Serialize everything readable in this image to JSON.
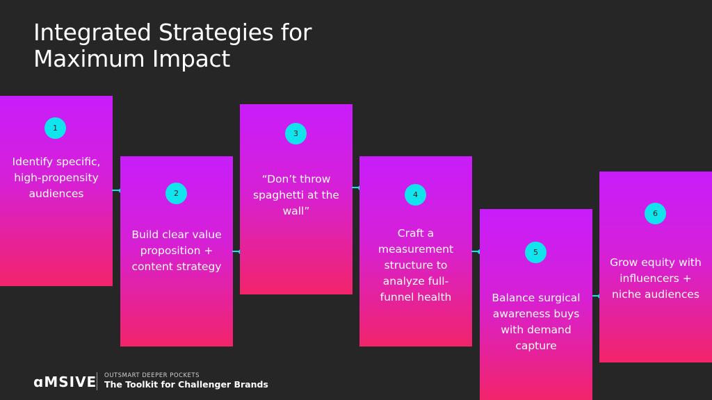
{
  "slide": {
    "title": "Integrated Strategies for Maximum Impact"
  },
  "steps": [
    {
      "number": "1",
      "text": "Identify specific, high-propensity audiences"
    },
    {
      "number": "2",
      "text": "Build clear value proposition + content strategy"
    },
    {
      "number": "3",
      "text": "“Don’t throw spaghetti at the wall”"
    },
    {
      "number": "4",
      "text": "Craft a measurement structure to analyze full-funnel health"
    },
    {
      "number": "5",
      "text": "Balance surgical awareness buys with demand capture"
    },
    {
      "number": "6",
      "text": "Grow equity with influencers + niche audiences"
    }
  ],
  "footer": {
    "logo": "ɑMSIVE",
    "kicker": "OUTSMART DEEPER POCKETS",
    "subtitle": "The Toolkit for Challenger Brands"
  },
  "colors": {
    "background": "#262626",
    "card_top": "#c81dfb",
    "card_bottom": "#f2246a",
    "accent": "#12e4ee"
  }
}
